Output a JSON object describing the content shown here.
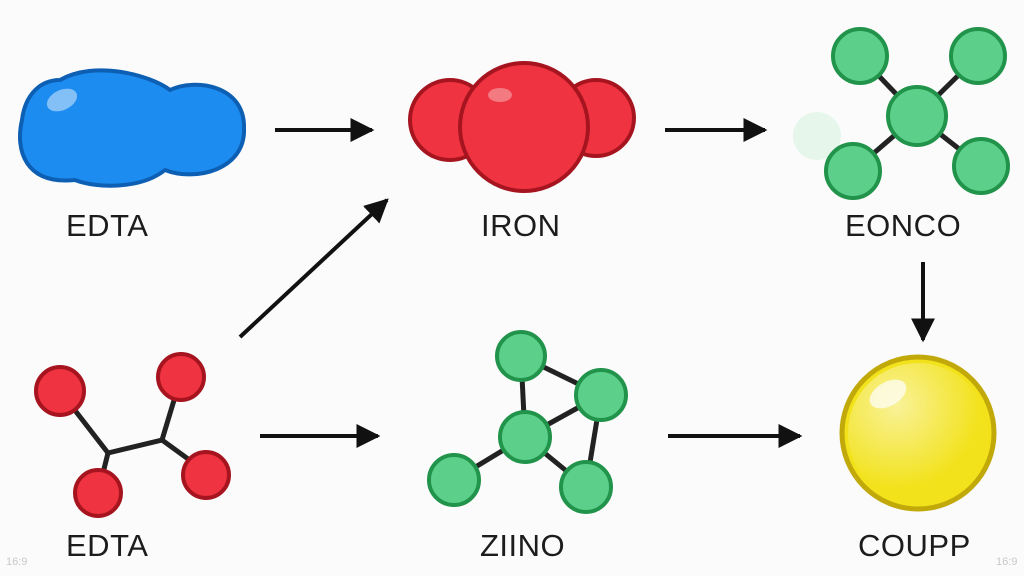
{
  "diagram": {
    "nodes": {
      "edta_top": {
        "label": "EDTA",
        "shape": "blue-blob",
        "color": "#1d8cf0"
      },
      "iron": {
        "label": "IRON",
        "shape": "red-blob",
        "color": "#ef3340"
      },
      "eonco": {
        "label": "EONCO",
        "shape": "green-cross-molecule",
        "color": "#5cd08a"
      },
      "edta_bottom": {
        "label": "EDTA",
        "shape": "red-branched-molecule",
        "color": "#ef3340"
      },
      "ziino": {
        "label": "ZIINO",
        "shape": "green-cluster-molecule",
        "color": "#5cd08a"
      },
      "coupp": {
        "label": "COUPP",
        "shape": "yellow-sphere",
        "color": "#f2e21b"
      }
    },
    "arrows": [
      {
        "from": "edta_top",
        "to": "iron"
      },
      {
        "from": "iron",
        "to": "eonco"
      },
      {
        "from": "edta_bottom",
        "to": "iron"
      },
      {
        "from": "eonco",
        "to": "coupp"
      },
      {
        "from": "edta_bottom",
        "to": "ziino"
      },
      {
        "from": "ziino",
        "to": "coupp"
      }
    ],
    "corner_marks": {
      "left": "16:9",
      "right": "16:9"
    }
  }
}
